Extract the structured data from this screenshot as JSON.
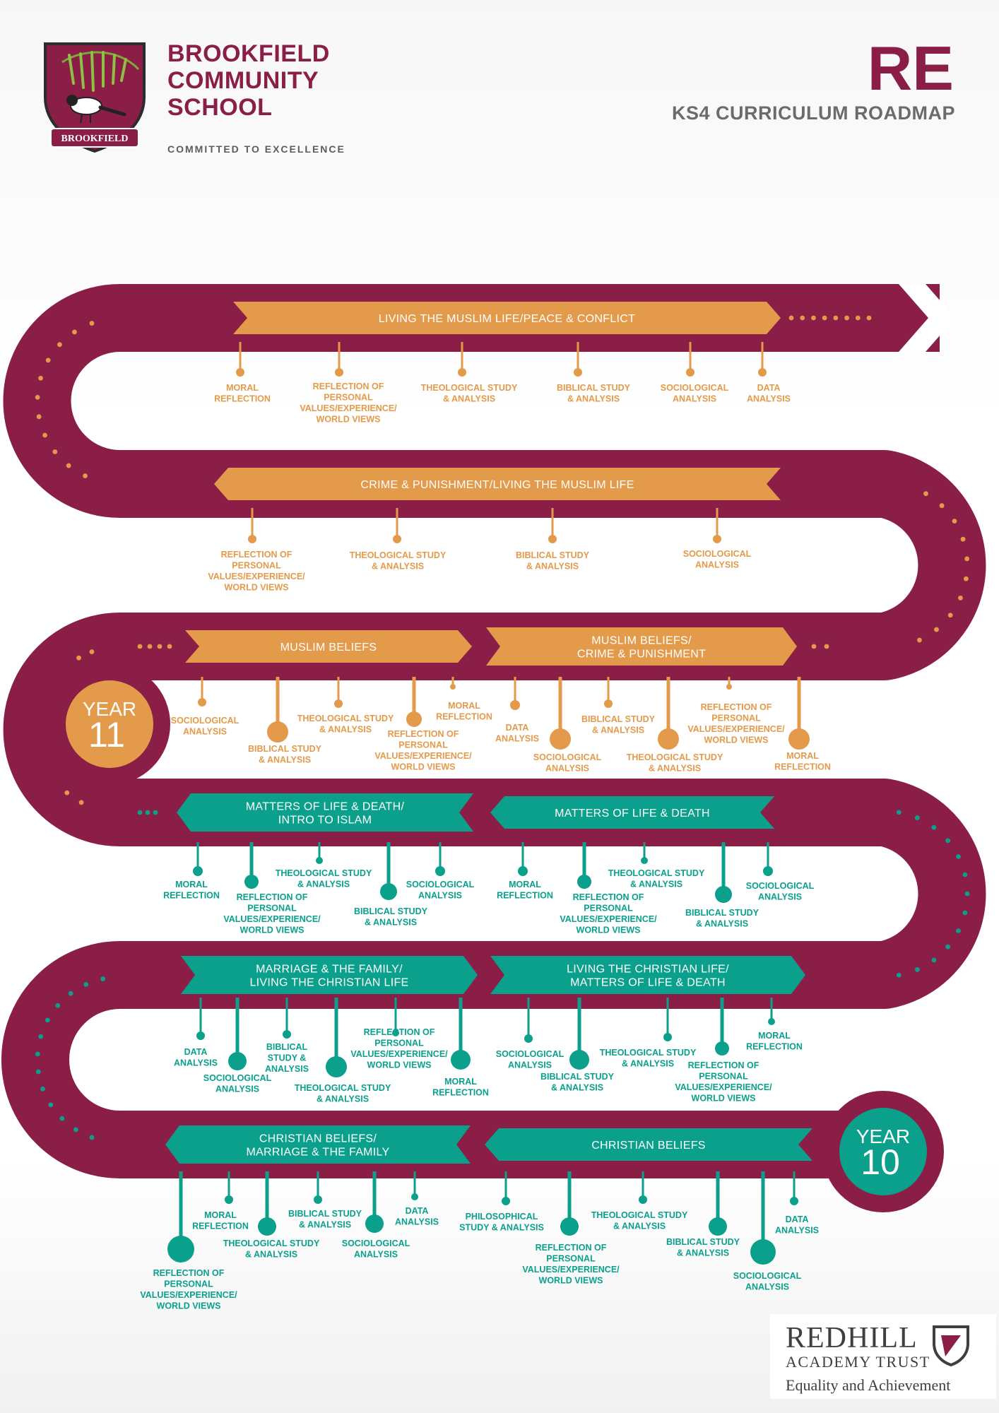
{
  "header": {
    "school_lines": [
      "BROOKFIELD",
      "COMMUNITY",
      "SCHOOL"
    ],
    "tagline": "COMMITTED TO EXCELLENCE",
    "crest_text": "BROOKFIELD",
    "subject": "RE",
    "subtitle": "KS4 CURRICULUM ROADMAP"
  },
  "colors": {
    "road": "#8a1e47",
    "year11": "#e39a4a",
    "year10": "#0aa08c"
  },
  "year_badges": [
    {
      "word": "YEAR",
      "number": "11"
    },
    {
      "word": "YEAR",
      "number": "10"
    }
  ],
  "rows": [
    {
      "banners": [
        "LIVING THE MUSLIM LIFE/PEACE & CONFLICT"
      ],
      "items": [
        [
          "MORAL",
          "REFLECTION"
        ],
        [
          "REFLECTION OF",
          "PERSONAL",
          "VALUES/EXPERIENCE/",
          "WORLD VIEWS"
        ],
        [
          "THEOLOGICAL STUDY",
          "& ANALYSIS"
        ],
        [
          "BIBLICAL STUDY",
          "& ANALYSIS"
        ],
        [
          "SOCIOLOGICAL",
          "ANALYSIS"
        ],
        [
          "DATA",
          "ANALYSIS"
        ]
      ]
    },
    {
      "banners": [
        "CRIME & PUNISHMENT/LIVING THE MUSLIM LIFE"
      ],
      "items": [
        [
          "REFLECTION OF",
          "PERSONAL",
          "VALUES/EXPERIENCE/",
          "WORLD VIEWS"
        ],
        [
          "THEOLOGICAL STUDY",
          "& ANALYSIS"
        ],
        [
          "BIBLICAL STUDY",
          "& ANALYSIS"
        ],
        [
          "SOCIOLOGICAL",
          "ANALYSIS"
        ]
      ]
    },
    {
      "banners": [
        "MUSLIM BELIEFS",
        "MUSLIM BELIEFS/\nCRIME & PUNISHMENT"
      ],
      "items": [
        [
          "SOCIOLOGICAL",
          "ANALYSIS"
        ],
        [
          "BIBLICAL STUDY",
          "& ANALYSIS"
        ],
        [
          "THEOLOGICAL STUDY",
          "& ANALYSIS"
        ],
        [
          "REFLECTION OF",
          "PERSONAL",
          "VALUES/EXPERIENCE/",
          "WORLD VIEWS"
        ],
        [
          "MORAL",
          "REFLECTION"
        ],
        [
          "DATA",
          "ANALYSIS"
        ],
        [
          "SOCIOLOGICAL",
          "ANALYSIS"
        ],
        [
          "BIBLICAL STUDY",
          "& ANALYSIS"
        ],
        [
          "THEOLOGICAL STUDY",
          "& ANALYSIS"
        ],
        [
          "REFLECTION OF",
          "PERSONAL",
          "VALUES/EXPERIENCE/",
          "WORLD VIEWS"
        ],
        [
          "MORAL",
          "REFLECTION"
        ]
      ]
    },
    {
      "banners": [
        "MATTERS OF LIFE & DEATH/\nINTRO TO ISLAM",
        "MATTERS OF LIFE & DEATH"
      ],
      "items": [
        [
          "MORAL",
          "REFLECTION"
        ],
        [
          "REFLECTION OF",
          "PERSONAL",
          "VALUES/EXPERIENCE/",
          "WORLD VIEWS"
        ],
        [
          "THEOLOGICAL STUDY",
          "& ANALYSIS"
        ],
        [
          "BIBLICAL STUDY",
          "& ANALYSIS"
        ],
        [
          "SOCIOLOGICAL",
          "ANALYSIS"
        ],
        [
          "MORAL",
          "REFLECTION"
        ],
        [
          "REFLECTION OF",
          "PERSONAL",
          "VALUES/EXPERIENCE/",
          "WORLD VIEWS"
        ],
        [
          "THEOLOGICAL STUDY",
          "& ANALYSIS"
        ],
        [
          "BIBLICAL STUDY",
          "& ANALYSIS"
        ],
        [
          "SOCIOLOGICAL",
          "ANALYSIS"
        ]
      ]
    },
    {
      "banners": [
        "MARRIAGE & THE FAMILY/\nLIVING THE CHRISTIAN LIFE",
        "LIVING THE CHRISTIAN LIFE/\nMATTERS OF LIFE & DEATH"
      ],
      "items": [
        [
          "DATA",
          "ANALYSIS"
        ],
        [
          "SOCIOLOGICAL",
          "ANALYSIS"
        ],
        [
          "BIBLICAL",
          "STUDY &",
          "ANALYSIS"
        ],
        [
          "THEOLOGICAL STUDY",
          "& ANALYSIS"
        ],
        [
          "REFLECTION OF",
          "PERSONAL",
          "VALUES/EXPERIENCE/",
          "WORLD VIEWS"
        ],
        [
          "MORAL",
          "REFLECTION"
        ],
        [
          "SOCIOLOGICAL",
          "ANALYSIS"
        ],
        [
          "BIBLICAL STUDY",
          "& ANALYSIS"
        ],
        [
          "THEOLOGICAL STUDY",
          "& ANALYSIS"
        ],
        [
          "REFLECTION OF",
          "PERSONAL",
          "VALUES/EXPERIENCE/",
          "WORLD VIEWS"
        ],
        [
          "MORAL",
          "REFLECTION"
        ]
      ]
    },
    {
      "banners": [
        "CHRISTIAN BELIEFS/\nMARRIAGE & THE FAMILY",
        "CHRISTIAN BELIEFS"
      ],
      "items": [
        [
          "REFLECTION OF",
          "PERSONAL",
          "VALUES/EXPERIENCE/",
          "WORLD VIEWS"
        ],
        [
          "MORAL",
          "REFLECTION"
        ],
        [
          "THEOLOGICAL STUDY",
          "& ANALYSIS"
        ],
        [
          "BIBLICAL STUDY",
          "& ANALYSIS"
        ],
        [
          "SOCIOLOGICAL",
          "ANALYSIS"
        ],
        [
          "DATA",
          "ANALYSIS"
        ],
        [
          "PHILOSOPHICAL",
          "STUDY & ANALYSIS"
        ],
        [
          "REFLECTION OF",
          "PERSONAL",
          "VALUES/EXPERIENCE/",
          "WORLD VIEWS"
        ],
        [
          "THEOLOGICAL STUDY",
          "& ANALYSIS"
        ],
        [
          "BIBLICAL STUDY",
          "& ANALYSIS"
        ],
        [
          "SOCIOLOGICAL",
          "ANALYSIS"
        ],
        [
          "DATA",
          "ANALYSIS"
        ]
      ]
    }
  ],
  "footer": {
    "trust_name": "REDHILL",
    "trust_sub": "ACADEMY TRUST",
    "trust_motto": "Equality and Achievement"
  }
}
